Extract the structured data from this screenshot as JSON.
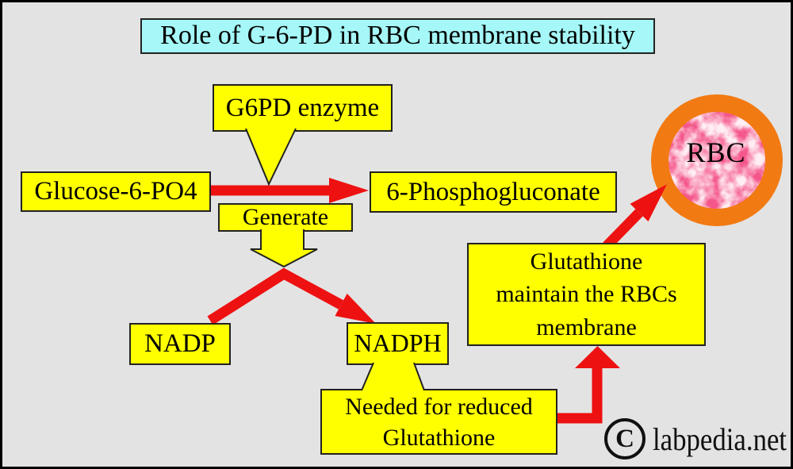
{
  "title": "Role of G-6-PD in RBC membrane stability",
  "boxes": {
    "g6pd_enzyme": "G6PD enzyme",
    "glucose_6_po4": "Glucose-6-PO4",
    "phosphogluconate": "6-Phosphogluconate",
    "generate": "Generate",
    "nadp": "NADP",
    "nadph": "NADPH",
    "needed_reduced": {
      "lines": [
        "Needed for reduced",
        "Glutathione"
      ]
    },
    "glutathione_membrane": {
      "lines": [
        "Glutathione",
        "maintain the RBCs",
        "membrane"
      ]
    }
  },
  "rbc": {
    "label": "RBC"
  },
  "watermark": {
    "symbol": "C",
    "text": "labpedia.net"
  },
  "colors": {
    "background": "#e3e3e3",
    "box_yellow": "#ffff00",
    "box_border": "#222222",
    "title_cyan": "#a6f7f7",
    "arrow_red": "#ee1111",
    "rbc_ring_orange": "#f27a12",
    "rbc_cell_pink": "#f4568a"
  }
}
